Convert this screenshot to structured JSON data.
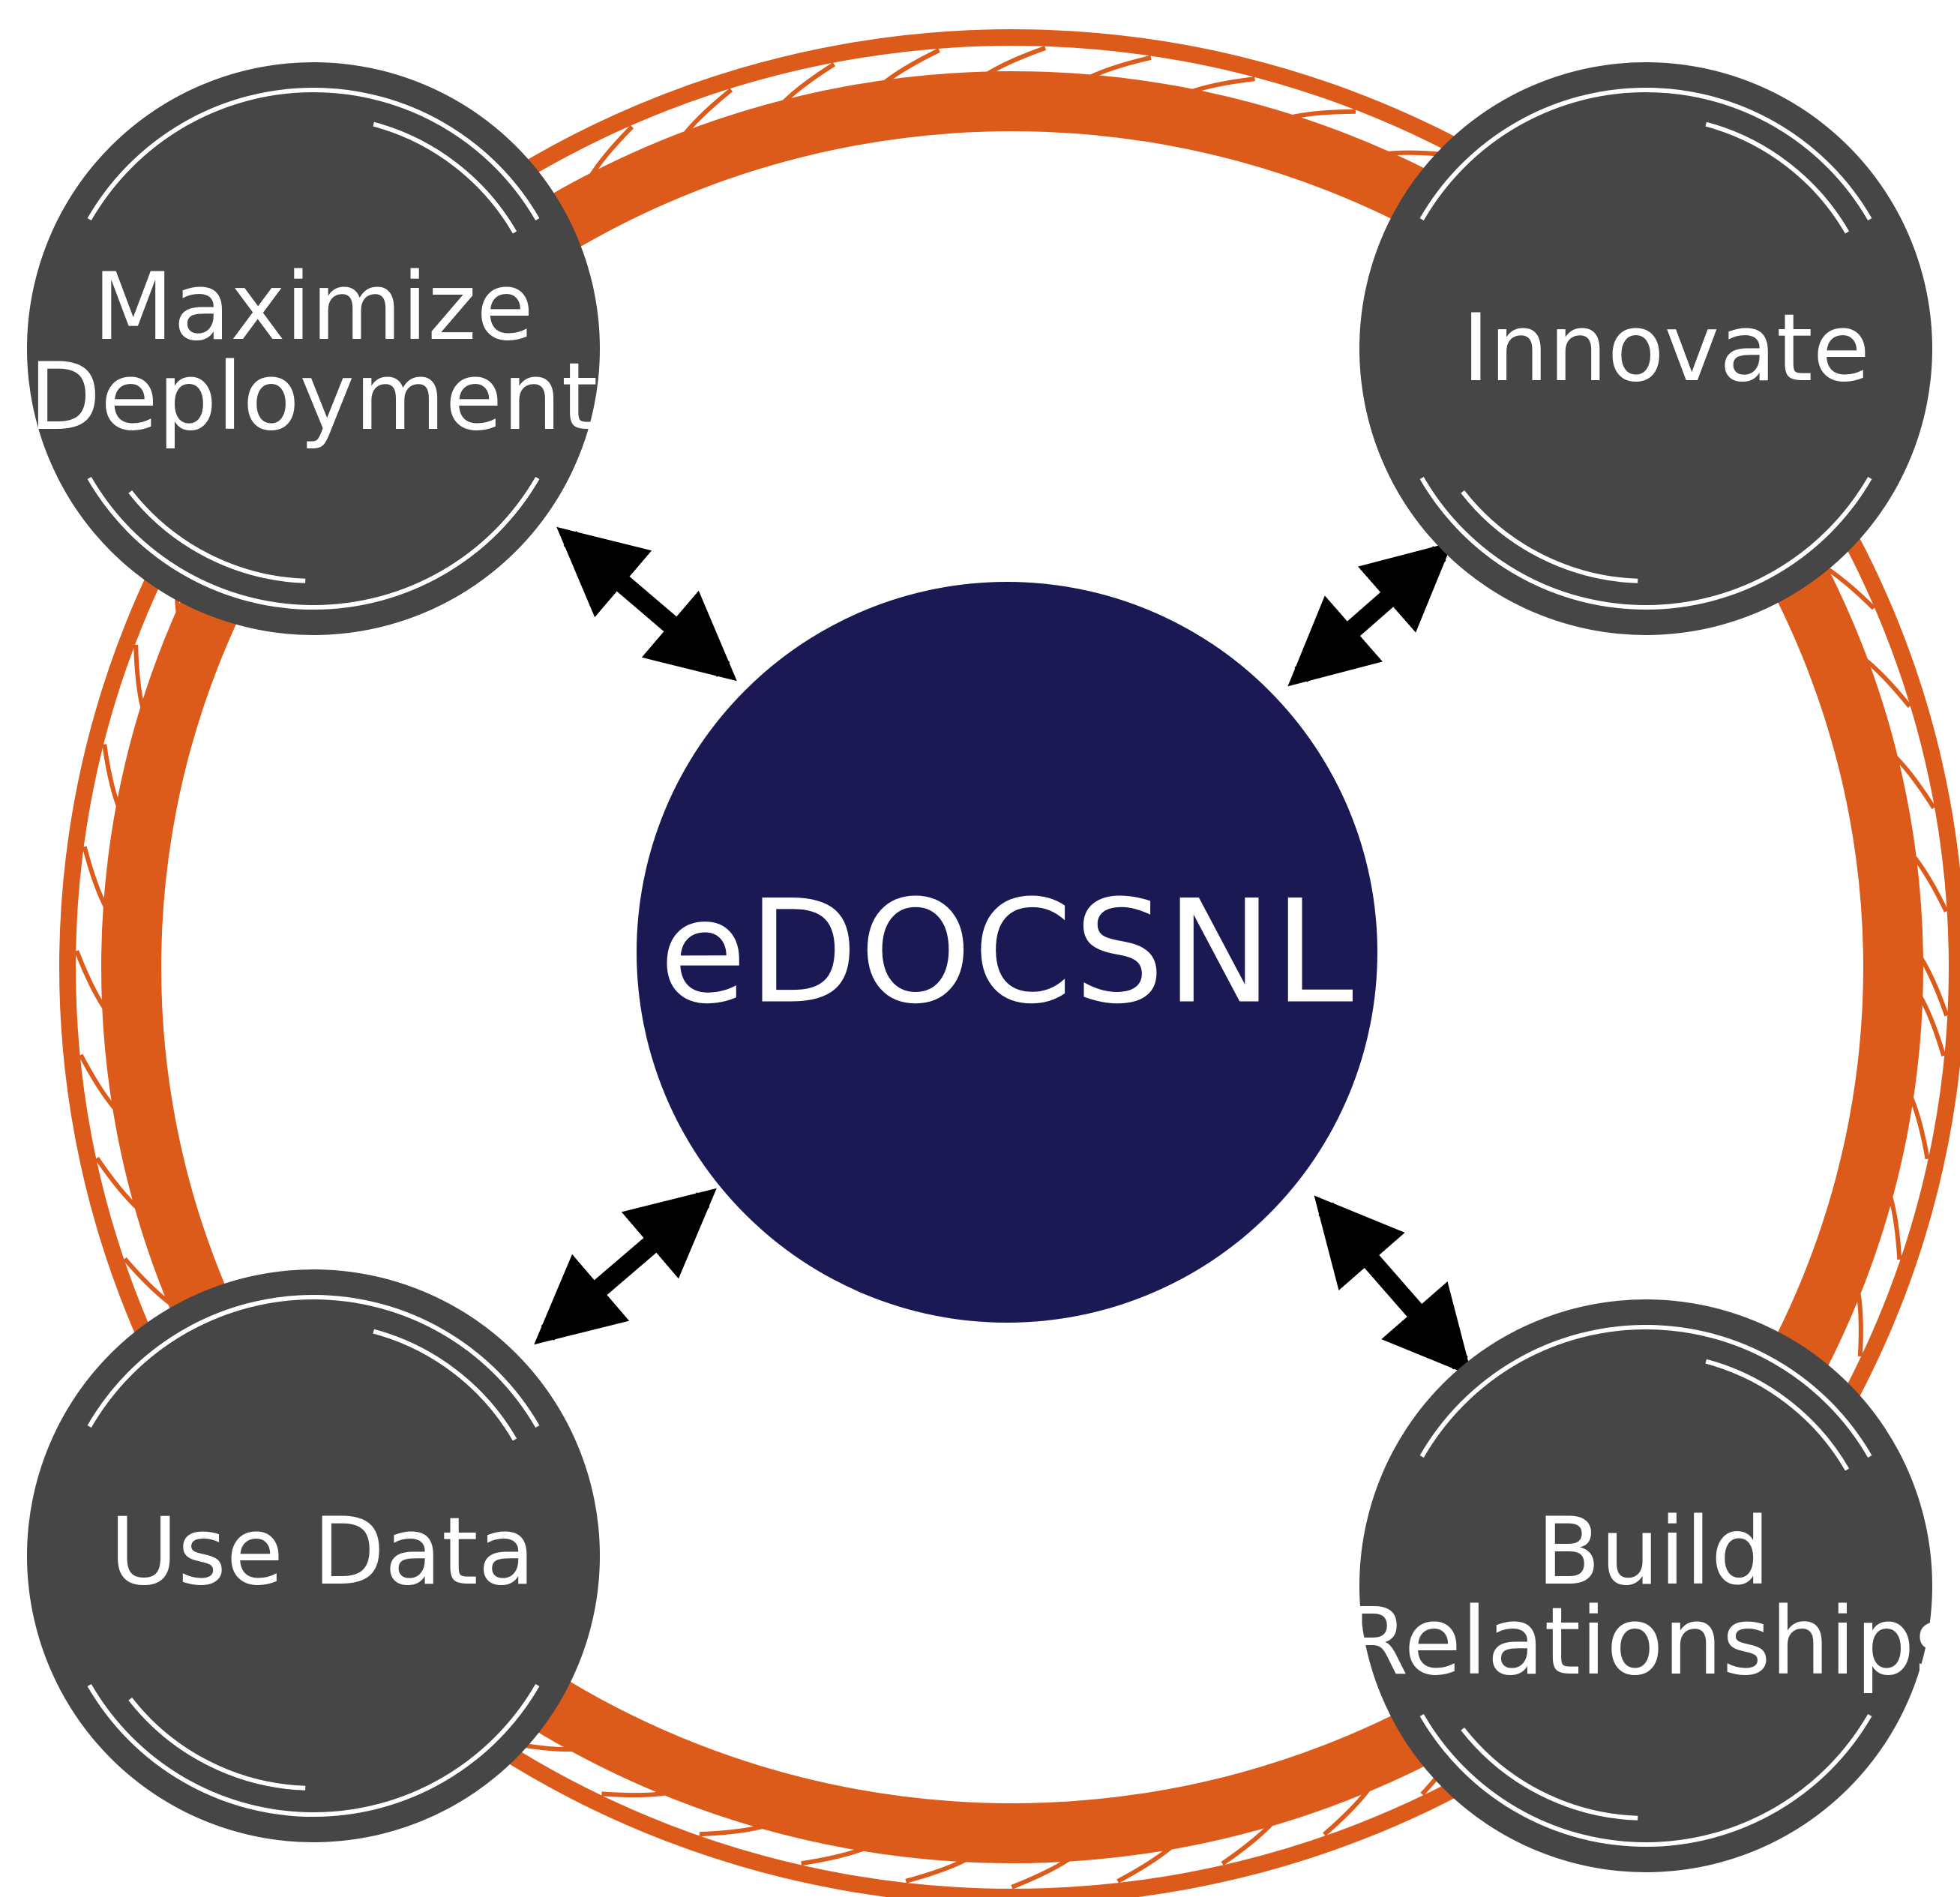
{
  "diagram": {
    "center": {
      "label": "eDOCSNL"
    },
    "nodes": [
      {
        "id": "top-left",
        "lines": [
          "Maximize",
          "Deployment"
        ]
      },
      {
        "id": "top-right",
        "lines": [
          "Innovate"
        ]
      },
      {
        "id": "bottom-left",
        "lines": [
          "Use Data"
        ]
      },
      {
        "id": "bottom-right",
        "lines": [
          "Build",
          "Relationships"
        ]
      }
    ]
  },
  "colors": {
    "ring": "#dc5a1a",
    "node_fill": "#464646",
    "center_fill": "#1b1953",
    "text": "#ffffff",
    "arrow": "#000000"
  }
}
